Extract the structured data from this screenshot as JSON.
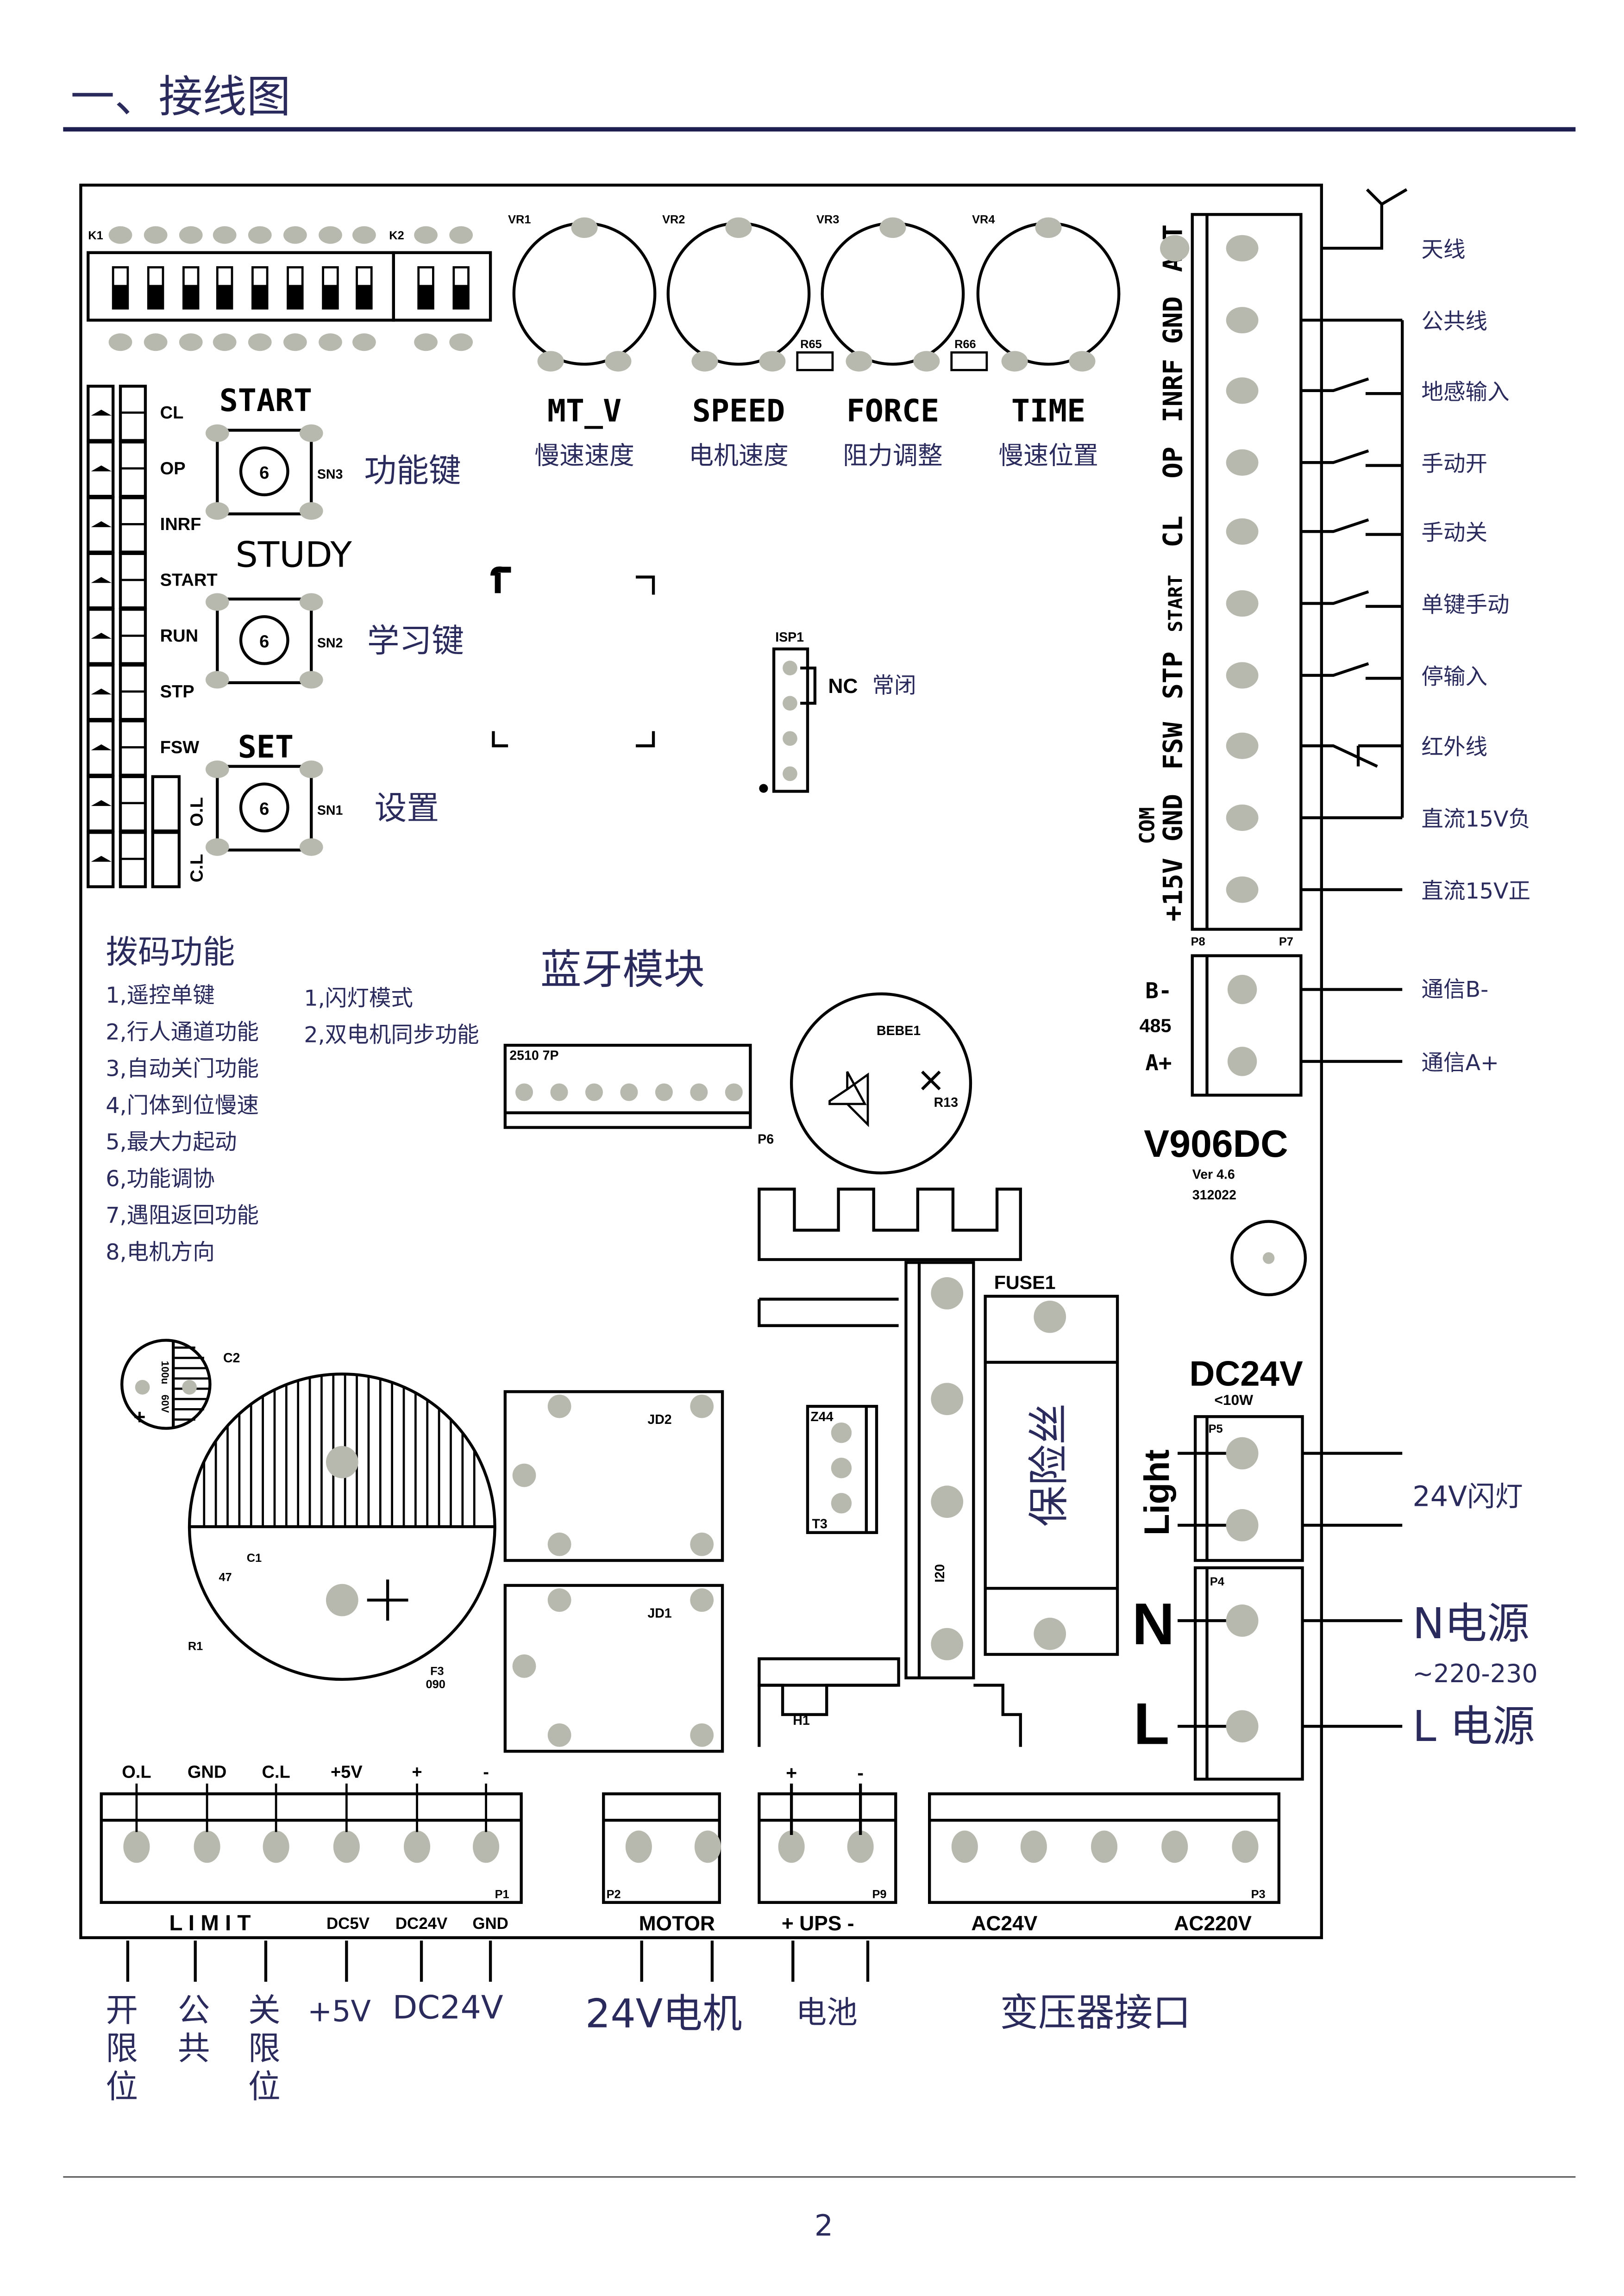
{
  "title": "一、接线图",
  "page_number": "2",
  "colors": {
    "annotation": "#2a2a5c",
    "pad": "#b8b9ae",
    "rule": "#1e1e50"
  },
  "dip": {
    "k1": "K1",
    "k2": "K2"
  },
  "pots": [
    {
      "ref": "VR1",
      "label": "MT_V",
      "cn": "慢速速度"
    },
    {
      "ref": "VR2",
      "label": "SPEED",
      "cn": "电机速度"
    },
    {
      "ref": "VR3",
      "label": "FORCE",
      "cn": "阻力调整"
    },
    {
      "ref": "VR4",
      "label": "TIME",
      "cn": "慢速位置"
    }
  ],
  "resistors": {
    "r65": "R65",
    "r66": "R66"
  },
  "leds": [
    "CL",
    "OP",
    "INRF",
    "START",
    "RUN",
    "STP",
    "FSW",
    "O.L",
    "C.L"
  ],
  "buttons": [
    {
      "label": "START",
      "ref": "SN3",
      "cn": "功能键"
    },
    {
      "label": "STUDY",
      "ref": "SN2",
      "cn": "学习键"
    },
    {
      "label": "SET",
      "ref": "SN1",
      "cn": "设置"
    }
  ],
  "isp": {
    "ref": "ISP1",
    "nc": "NC",
    "nc_cn": "常闭"
  },
  "dip_functions": {
    "title": "拨码功能",
    "k1": [
      "1,遥控单键",
      "2,行人通道功能",
      "3,自动关门功能",
      "4,门体到位慢速",
      "5,最大力起动",
      "6,功能调协",
      "7,遇阻返回功能",
      "8,电机方向"
    ],
    "k2": [
      "1,闪灯模式",
      "2,双电机同步功能"
    ]
  },
  "bluetooth": {
    "label": "蓝牙模块",
    "header": "2510 7P",
    "ref": "P6"
  },
  "buzzer": {
    "ref": "BEBE1",
    "r": "R13"
  },
  "model": {
    "name": "V906DC",
    "version": "Ver 4.6",
    "code": "312022"
  },
  "terminal": {
    "pins": [
      "ANT",
      "GND",
      "INRF",
      "OP",
      "CL",
      "START",
      "STP",
      "FSW",
      "GND",
      "+15V"
    ],
    "com": "COM",
    "refs": [
      "P8",
      "P7"
    ],
    "wires": [
      "天线",
      "公共线",
      "地感输入",
      "手动开",
      "手动关",
      "单键手动",
      "停输入",
      "红外线",
      "直流15V负",
      "直流15V正"
    ]
  },
  "rs485": {
    "b": "B-",
    "label": "485",
    "a": "A+",
    "wire_b": "通信B-",
    "wire_a": "通信A+"
  },
  "components": {
    "c2": "C2",
    "c2_val": "100u",
    "c2_v": "60V",
    "c1": "C1",
    "c1_val": "47",
    "r1": "R1",
    "f3": "F3",
    "f3_val": "090",
    "jd2": "JD2",
    "jd1": "JD1",
    "z44": "Z44",
    "t3": "T3",
    "h1": "H1",
    "rect": "I20"
  },
  "fuse": {
    "ref": "FUSE1",
    "cn": "保险丝"
  },
  "light": {
    "dc": "DC24V",
    "power": "<10W",
    "ref": "P5",
    "label": "Light",
    "wire": "24V闪灯"
  },
  "mains": {
    "ref": "P4",
    "n": "N",
    "l": "L",
    "n_cn": "N电源",
    "voltage": "~220-230",
    "l_cn": "L 电源"
  },
  "bottom": {
    "p1_pins": [
      "O.L",
      "GND",
      "C.L",
      "+5V",
      "+",
      "-"
    ],
    "p1": "P1",
    "limit": "L I M I T",
    "dc5v": "DC5V",
    "dc24v": "DC24V",
    "gnd": "GND",
    "p2": "P2",
    "motor": "MOTOR",
    "p9": "P9",
    "ups": "+ UPS -",
    "ups_plus": "+",
    "ups_minus": "-",
    "p3": "P3",
    "ac24": "AC24V",
    "ac220": "AC220V",
    "cn_open": [
      "开",
      "限",
      "位"
    ],
    "cn_common": [
      "公",
      "共"
    ],
    "cn_close": [
      "关",
      "限",
      "位"
    ],
    "cn_5v": "+5V",
    "cn_24v": "DC24V",
    "cn_motor": "24V电机",
    "cn_battery": "电池",
    "cn_transformer": "变压器接口"
  }
}
